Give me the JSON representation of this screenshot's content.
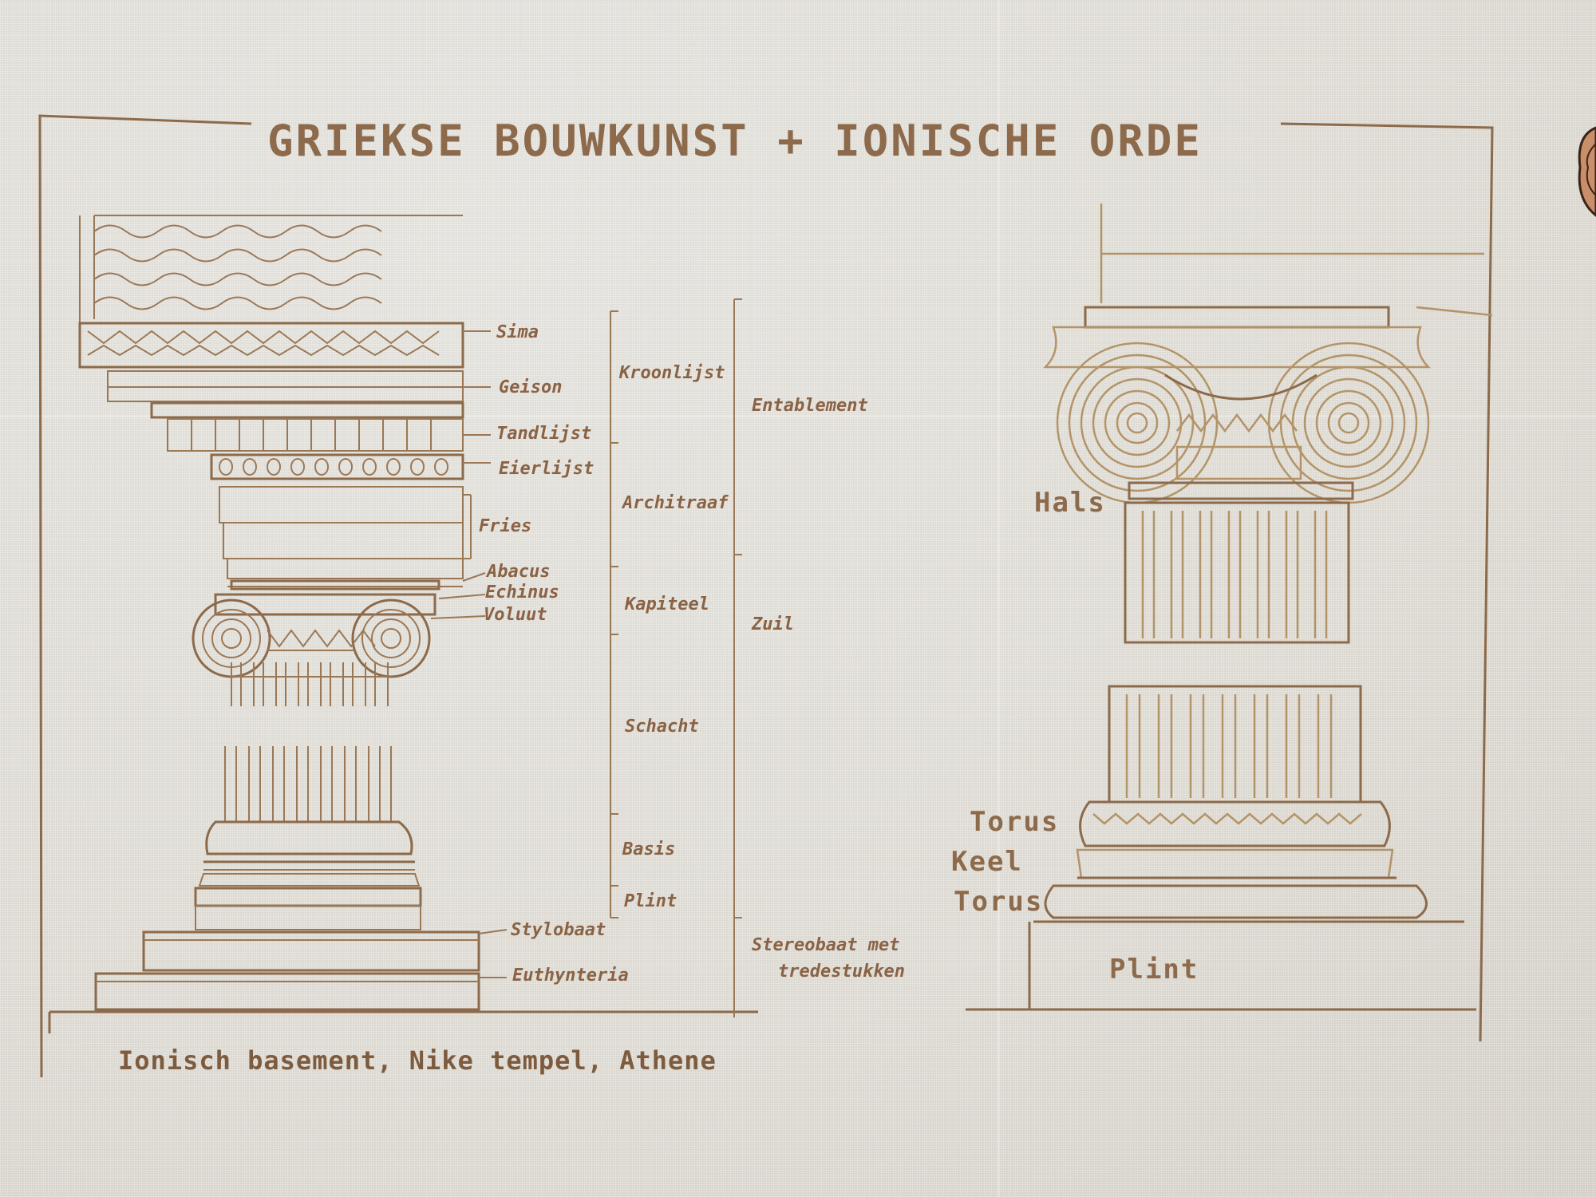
{
  "title": "GRIEKSE BOUWKUNST + IONISCHE ORDE",
  "left_labels": {
    "sima": "Sima",
    "geison": "Geison",
    "tandlijst": "Tandlijst",
    "eierlijst": "Eierlijst",
    "fries": "Fries",
    "abacus": "Abacus",
    "echinus": "Echinus",
    "voluut": "Voluut",
    "stylobaat": "Stylobaat",
    "euthynteria": "Euthynteria"
  },
  "middle_labels": {
    "kroonlijst": "Kroonlijst",
    "architraaf": "Architraaf",
    "kapiteel": "Kapiteel",
    "schacht": "Schacht",
    "basis": "Basis",
    "plint": "Plint"
  },
  "group_labels": {
    "entablement": "Entablement",
    "zuil": "Zuil",
    "stereobaat_1": "Stereobaat met",
    "stereobaat_2": "tredestukken"
  },
  "right_labels": {
    "hals": "Hals",
    "torus_top": "Torus",
    "keel": "Keel",
    "torus_bottom": "Torus",
    "plint": "Plint"
  },
  "caption": "Ionisch basement, Nike tempel, Athene",
  "colors": {
    "linen": "#e8e5df",
    "thread": "#8c6a4a",
    "gold": "#b39468"
  }
}
